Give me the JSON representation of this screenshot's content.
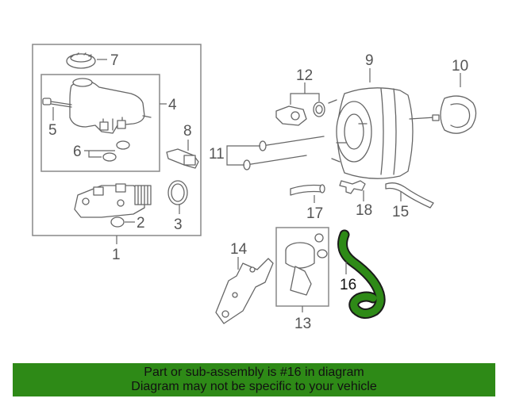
{
  "callouts": {
    "c1": "1",
    "c2": "2",
    "c3": "3",
    "c4": "4",
    "c5": "5",
    "c6": "6",
    "c7": "7",
    "c8": "8",
    "c9": "9",
    "c10": "10",
    "c11": "11",
    "c12": "12",
    "c13": "13",
    "c14": "14",
    "c15": "15",
    "c16": "16",
    "c17": "17",
    "c18": "18"
  },
  "highlight": {
    "part_number": "16",
    "color": "#2e8a17"
  },
  "banner": {
    "line1": "Part or sub-assembly is #16 in diagram",
    "line2": "Diagram may not be specific to your vehicle",
    "background": "#2e8a17"
  }
}
